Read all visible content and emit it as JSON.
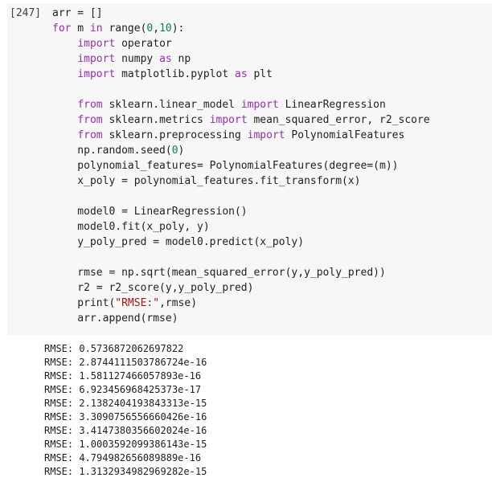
{
  "cell": {
    "execution_count_label": "[247]",
    "code_lines": [
      [
        {
          "t": "arr = []",
          "c": ""
        }
      ],
      [
        {
          "t": "for",
          "c": "kw"
        },
        {
          "t": " m ",
          "c": ""
        },
        {
          "t": "in",
          "c": "kw"
        },
        {
          "t": " range(",
          "c": ""
        },
        {
          "t": "0",
          "c": "num"
        },
        {
          "t": ",",
          "c": ""
        },
        {
          "t": "10",
          "c": "num"
        },
        {
          "t": "):",
          "c": ""
        }
      ],
      [
        {
          "t": "    ",
          "c": ""
        },
        {
          "t": "import",
          "c": "kw"
        },
        {
          "t": " operator",
          "c": ""
        }
      ],
      [
        {
          "t": "    ",
          "c": ""
        },
        {
          "t": "import",
          "c": "kw"
        },
        {
          "t": " numpy ",
          "c": ""
        },
        {
          "t": "as",
          "c": "kw"
        },
        {
          "t": " np",
          "c": ""
        }
      ],
      [
        {
          "t": "    ",
          "c": ""
        },
        {
          "t": "import",
          "c": "kw"
        },
        {
          "t": " matplotlib.pyplot ",
          "c": ""
        },
        {
          "t": "as",
          "c": "kw"
        },
        {
          "t": " plt",
          "c": ""
        }
      ],
      [
        {
          "t": "",
          "c": ""
        }
      ],
      [
        {
          "t": "    ",
          "c": ""
        },
        {
          "t": "from",
          "c": "kw"
        },
        {
          "t": " sklearn.linear_model ",
          "c": ""
        },
        {
          "t": "import",
          "c": "kw"
        },
        {
          "t": " LinearRegression",
          "c": ""
        }
      ],
      [
        {
          "t": "    ",
          "c": ""
        },
        {
          "t": "from",
          "c": "kw"
        },
        {
          "t": " sklearn.metrics ",
          "c": ""
        },
        {
          "t": "import",
          "c": "kw"
        },
        {
          "t": " mean_squared_error, r2_score",
          "c": ""
        }
      ],
      [
        {
          "t": "    ",
          "c": ""
        },
        {
          "t": "from",
          "c": "kw"
        },
        {
          "t": " sklearn.preprocessing ",
          "c": ""
        },
        {
          "t": "import",
          "c": "kw"
        },
        {
          "t": " PolynomialFeatures",
          "c": ""
        }
      ],
      [
        {
          "t": "    np.random.seed(",
          "c": ""
        },
        {
          "t": "0",
          "c": "num"
        },
        {
          "t": ")",
          "c": ""
        }
      ],
      [
        {
          "t": "    polynomial_features= PolynomialFeatures(degree=(m))",
          "c": ""
        }
      ],
      [
        {
          "t": "    x_poly = polynomial_features.fit_transform(x)",
          "c": ""
        }
      ],
      [
        {
          "t": "",
          "c": ""
        }
      ],
      [
        {
          "t": "    model0 = LinearRegression()",
          "c": ""
        }
      ],
      [
        {
          "t": "    model0.fit(x_poly, y)",
          "c": ""
        }
      ],
      [
        {
          "t": "    y_poly_pred = model0.predict(x_poly)",
          "c": ""
        }
      ],
      [
        {
          "t": "",
          "c": ""
        }
      ],
      [
        {
          "t": "    rmse = np.sqrt(mean_squared_error(y,y_poly_pred))",
          "c": ""
        }
      ],
      [
        {
          "t": "    r2 = r2_score(y,y_poly_pred)",
          "c": ""
        }
      ],
      [
        {
          "t": "    print(",
          "c": ""
        },
        {
          "t": "\"RMSE:\"",
          "c": "str"
        },
        {
          "t": ",rmse)",
          "c": ""
        }
      ],
      [
        {
          "t": "    arr.append(rmse)",
          "c": ""
        }
      ]
    ],
    "output_lines": [
      "RMSE: 0.5736872062697822",
      "RMSE: 2.8744111503786724e-16",
      "RMSE: 1.581127466057893e-16",
      "RMSE: 6.923456968425373e-17",
      "RMSE: 2.1382404193843313e-15",
      "RMSE: 3.3090756556660426e-16",
      "RMSE: 3.4147380356602024e-16",
      "RMSE: 1.0003592099386143e-15",
      "RMSE: 4.794982656089889e-16",
      "RMSE: 1.3132934982969282e-15"
    ]
  }
}
